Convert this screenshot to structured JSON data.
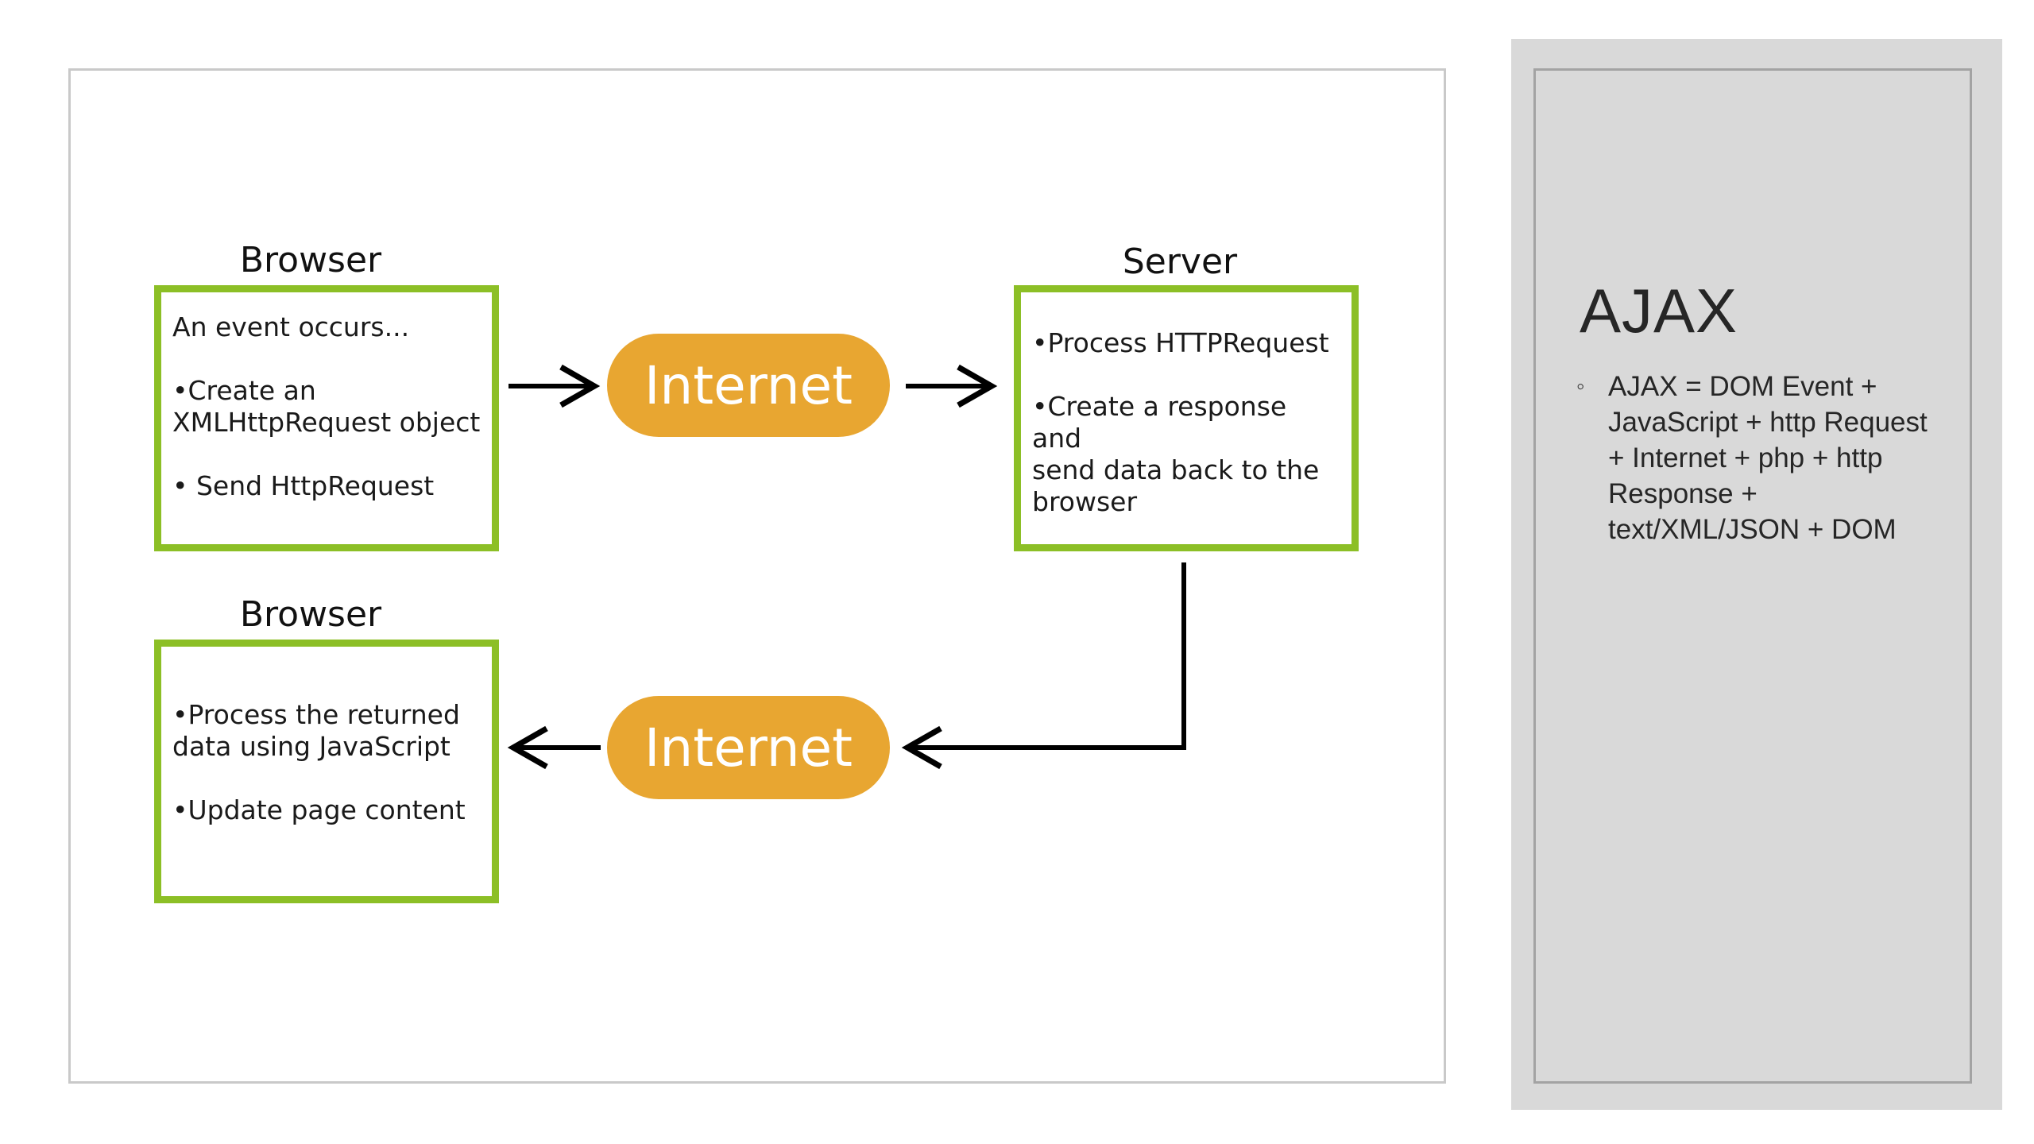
{
  "diagram": {
    "top_left": {
      "title": "Browser",
      "lines": [
        "An event occurs...",
        "•Create an",
        "XMLHttpRequest object",
        "• Send HttpRequest"
      ]
    },
    "internet_top": {
      "label": "Internet"
    },
    "top_right": {
      "title": "Server",
      "lines": [
        "•Process HTTPRequest",
        "•Create a response and",
        "send data back to the",
        "browser"
      ]
    },
    "internet_bottom": {
      "label": "Internet"
    },
    "bottom_left": {
      "title": "Browser",
      "lines": [
        "•Process the returned",
        "data using JavaScript",
        "•Update page content"
      ]
    },
    "colors": {
      "box_border": "#8cbf26",
      "pill_fill": "#e8a631",
      "arrow": "#000000"
    }
  },
  "side_panel": {
    "title": "AJAX",
    "bullet_marker": "◦",
    "bullet_text": "AJAX = DOM Event + JavaScript + http Request + Internet + php + http Response + text/XML/JSON + DOM"
  }
}
